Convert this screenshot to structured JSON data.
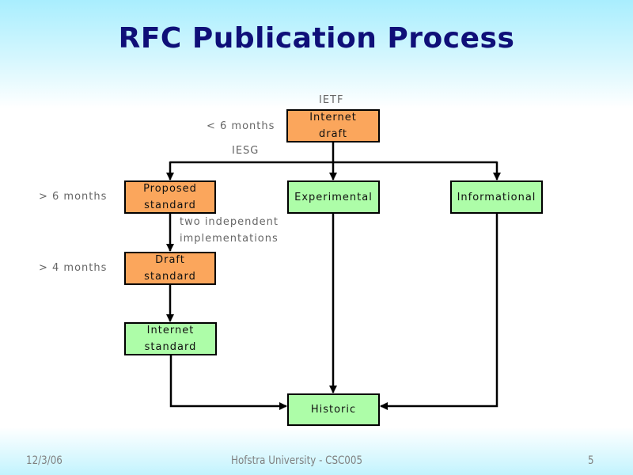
{
  "slide": {
    "title": "RFC Publication Process",
    "colors": {
      "title": "#0f0f78",
      "stage_box_in_progress": "#fba65c",
      "stage_box_final": "#adfda8",
      "annotation_text": "#666666",
      "footer_text": "#808080"
    }
  },
  "diagram": {
    "nodes": {
      "internet_draft": {
        "line1": "Internet",
        "line2": "draft"
      },
      "proposed_standard": {
        "line1": "Proposed",
        "line2": "standard"
      },
      "draft_standard": {
        "line1": "Draft",
        "line2": "standard"
      },
      "internet_standard": {
        "line1": "Internet",
        "line2": "standard"
      },
      "experimental": {
        "label": "Experimental"
      },
      "informational": {
        "label": "Informational"
      },
      "historic": {
        "label": "Historic"
      }
    },
    "annotations": {
      "ietf": "IETF",
      "iesg": "IESG",
      "draft_duration": "< 6 months",
      "proposed_duration": "> 6 months",
      "draft_std_duration": "> 4 months",
      "requirement_line1": "two independent",
      "requirement_line2": "implementations"
    },
    "edges": [
      {
        "from": "internet_draft",
        "to": "proposed_standard"
      },
      {
        "from": "internet_draft",
        "to": "experimental"
      },
      {
        "from": "internet_draft",
        "to": "informational"
      },
      {
        "from": "proposed_standard",
        "to": "draft_standard"
      },
      {
        "from": "draft_standard",
        "to": "internet_standard"
      },
      {
        "from": "internet_standard",
        "to": "historic"
      },
      {
        "from": "experimental",
        "to": "historic"
      },
      {
        "from": "informational",
        "to": "historic"
      }
    ]
  },
  "footer": {
    "date": "12/3/06",
    "center": "Hofstra University - CSC005",
    "page_number": "5"
  }
}
